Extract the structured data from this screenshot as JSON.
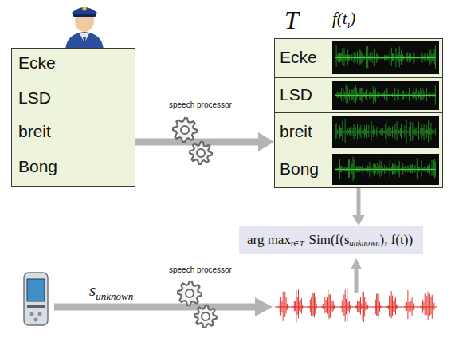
{
  "diagram": {
    "nodes": [
      {
        "text": [
          "Ecke",
          "LSD",
          "breit",
          "Bong"
        ]
      },
      {
        "text": [
          "T",
          "f(t",
          "i",
          ")"
        ]
      },
      {
        "text": [
          "Ecke"
        ],
        "in": 1
      },
      {
        "text": [
          "LSD"
        ],
        "in": 1
      },
      {
        "text": [
          "breit"
        ],
        "in": 1
      },
      {
        "text": [
          "Bong"
        ],
        "in": 1
      },
      {
        "text": [
          "arg max",
          "t∈T",
          "Sim(f(s",
          "unknown",
          "), f(t))"
        ]
      }
    ],
    "edges": [
      {
        "from": 0,
        "to": 1,
        "arrow": "to",
        "label": "speech processor"
      },
      {
        "from": 1,
        "to": 6,
        "arrow": "to"
      }
    ],
    "labels": [
      "speech processor",
      "s",
      "unknown"
    ]
  }
}
